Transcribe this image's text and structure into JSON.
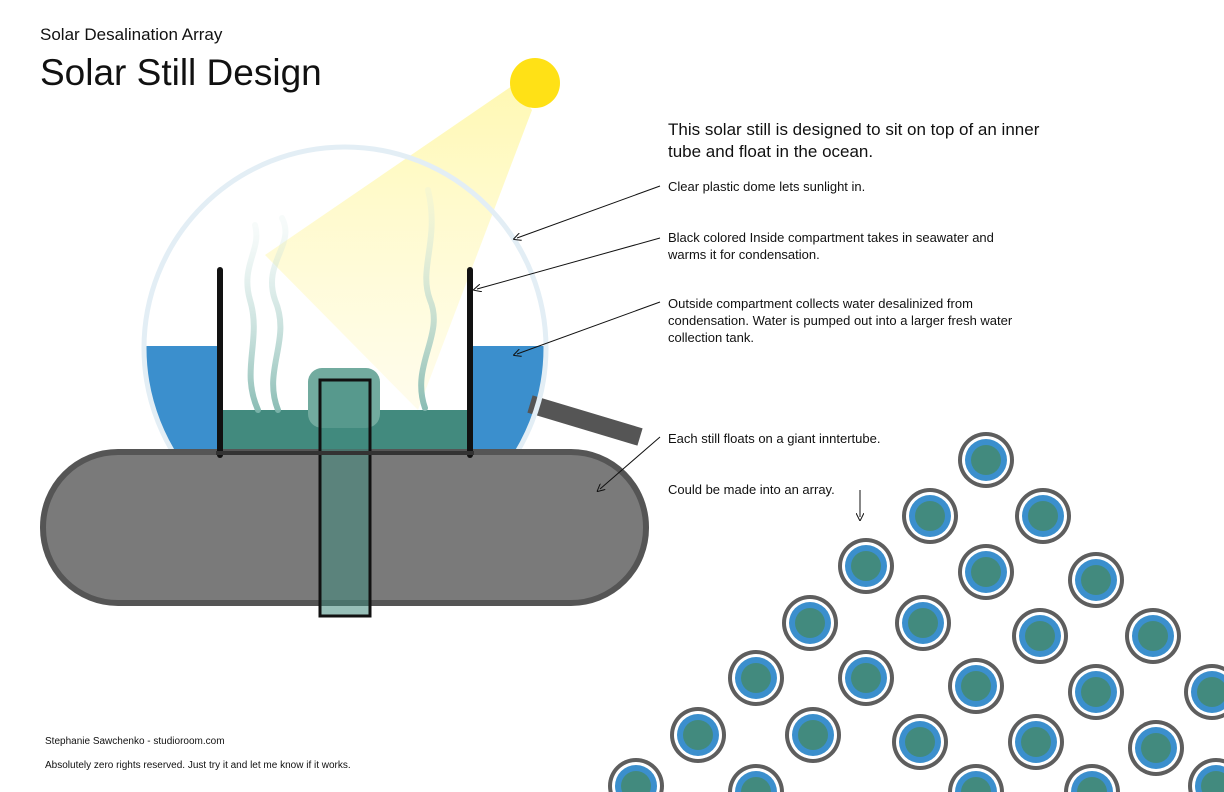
{
  "header": {
    "subtitle": "Solar Desalination Array",
    "title": "Solar Still Design"
  },
  "intro": "This solar still is designed to sit on top of an inner tube and float in the ocean.",
  "notes": [
    "Clear plastic dome lets sunlight in.",
    "Black colored Inside compartment takes in seawater and warms it for condensation.",
    "Outside compartment collects water desalinized from condensation. Water is pumped out into a larger fresh water collection tank.",
    "Each still floats on a giant inntertube.",
    "Could be made into an array."
  ],
  "footer": {
    "credit": "Stephanie Sawchenko - studioroom.com",
    "rights": "Absolutely zero rights reserved. Just try it and let me know if it works."
  },
  "colors": {
    "sun": "#ffe116",
    "fresh_water": "#3b8fcd",
    "seawater": "#428a7e",
    "tube": "#7a7a7a",
    "tube_outline": "#555555",
    "dome": "#e3eef5"
  }
}
